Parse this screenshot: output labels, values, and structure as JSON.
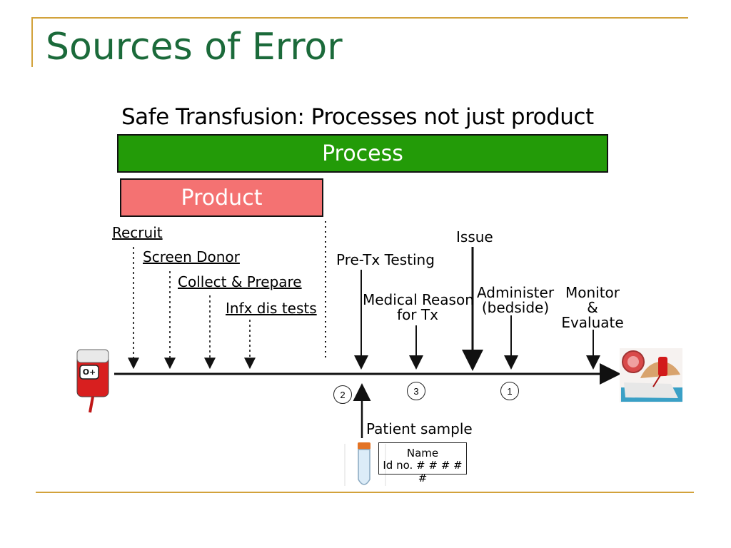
{
  "slide": {
    "title": "Sources of Error",
    "subtitle": "Safe Transfusion: Processes not just product"
  },
  "bars": {
    "process": "Process",
    "product": "Product"
  },
  "product_steps": [
    "Recruit",
    "Screen Donor",
    "Collect & Prepare",
    "Infx dis tests"
  ],
  "process_steps": {
    "pretx": "Pre-Tx Testing",
    "medical_line1": "Medical Reason",
    "medical_line2": "for Tx",
    "issue": "Issue",
    "administer_line1": "Administer",
    "administer_line2": "(bedside)",
    "monitor_line1": "Monitor",
    "monitor_line2": "&",
    "monitor_line3": "Evaluate"
  },
  "error_ranks": {
    "pretx": "2",
    "medical": "3",
    "administer": "1"
  },
  "sample": {
    "label": "Patient sample",
    "name_line": "Name",
    "id_line": "Id no. # # # # #"
  },
  "blood_bag": {
    "type": "O+"
  },
  "colors": {
    "process": "#239b08",
    "product": "#f47272",
    "title": "#1b6a3a",
    "rule": "#d2a23b"
  }
}
